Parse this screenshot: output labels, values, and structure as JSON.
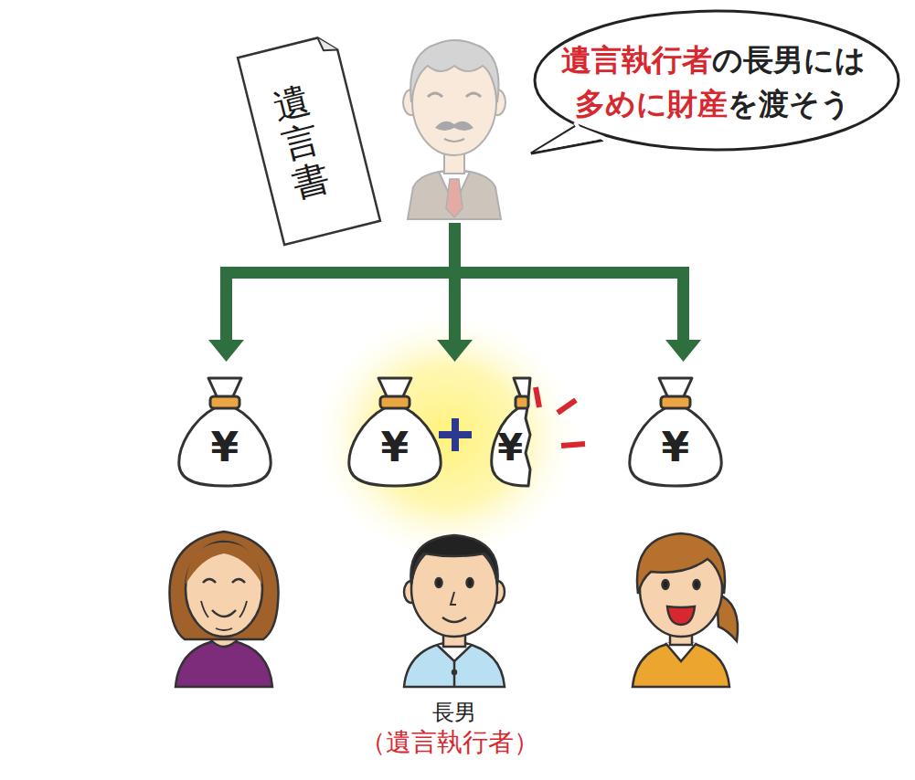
{
  "diagram": {
    "nodes": [
      {
        "text": [
          "遺言書"
        ]
      },
      {
        "text": [
          "遺言執行者",
          "の長男には",
          "多めに財産",
          "を渡そう"
        ]
      },
      {
        "text": [
          "¥"
        ]
      },
      {
        "text": [
          "¥"
        ]
      },
      {
        "text": [
          "¥"
        ]
      },
      {
        "text": [
          "¥"
        ]
      }
    ],
    "labels": [
      "長男",
      "（遺言執行者）"
    ]
  }
}
